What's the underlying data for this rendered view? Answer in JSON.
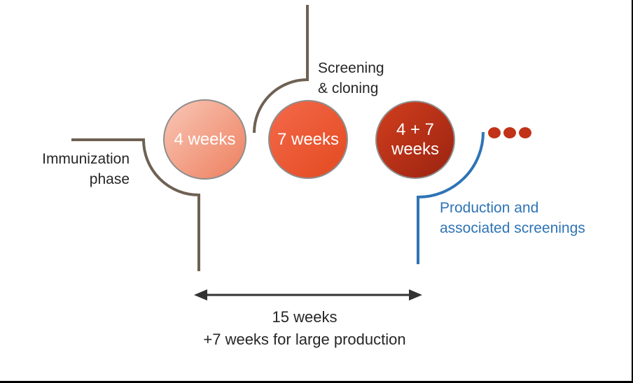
{
  "phases": {
    "immunization": {
      "label": "Immunization\nphase",
      "duration": "4 weeks"
    },
    "screening": {
      "label": "Screening\n& cloning",
      "duration": "7 weeks"
    },
    "production": {
      "label": "Production and\nassociated screenings",
      "duration": "4 + 7\nweeks"
    }
  },
  "timeline": {
    "total": "15 weeks",
    "extra": "+7 weeks for large production",
    "combined": "15 weeks\n+7 weeks for large production"
  },
  "colors": {
    "bracket_brown": "#6E6153",
    "bracket_blue": "#2E74B5",
    "arrow_black": "#333333",
    "text_black": "#262626",
    "text_blue": "#2E74B5",
    "dot_red": "#C23218",
    "circle1_gradient_start": "#F8C7B6",
    "circle1_gradient_end": "#EE7F5F",
    "circle2_gradient_start": "#F4694A",
    "circle2_gradient_end": "#E34A20",
    "circle3_gradient_start": "#D23E1E",
    "circle3_gradient_end": "#9A2310",
    "circle_border": "#8E8E8E"
  }
}
